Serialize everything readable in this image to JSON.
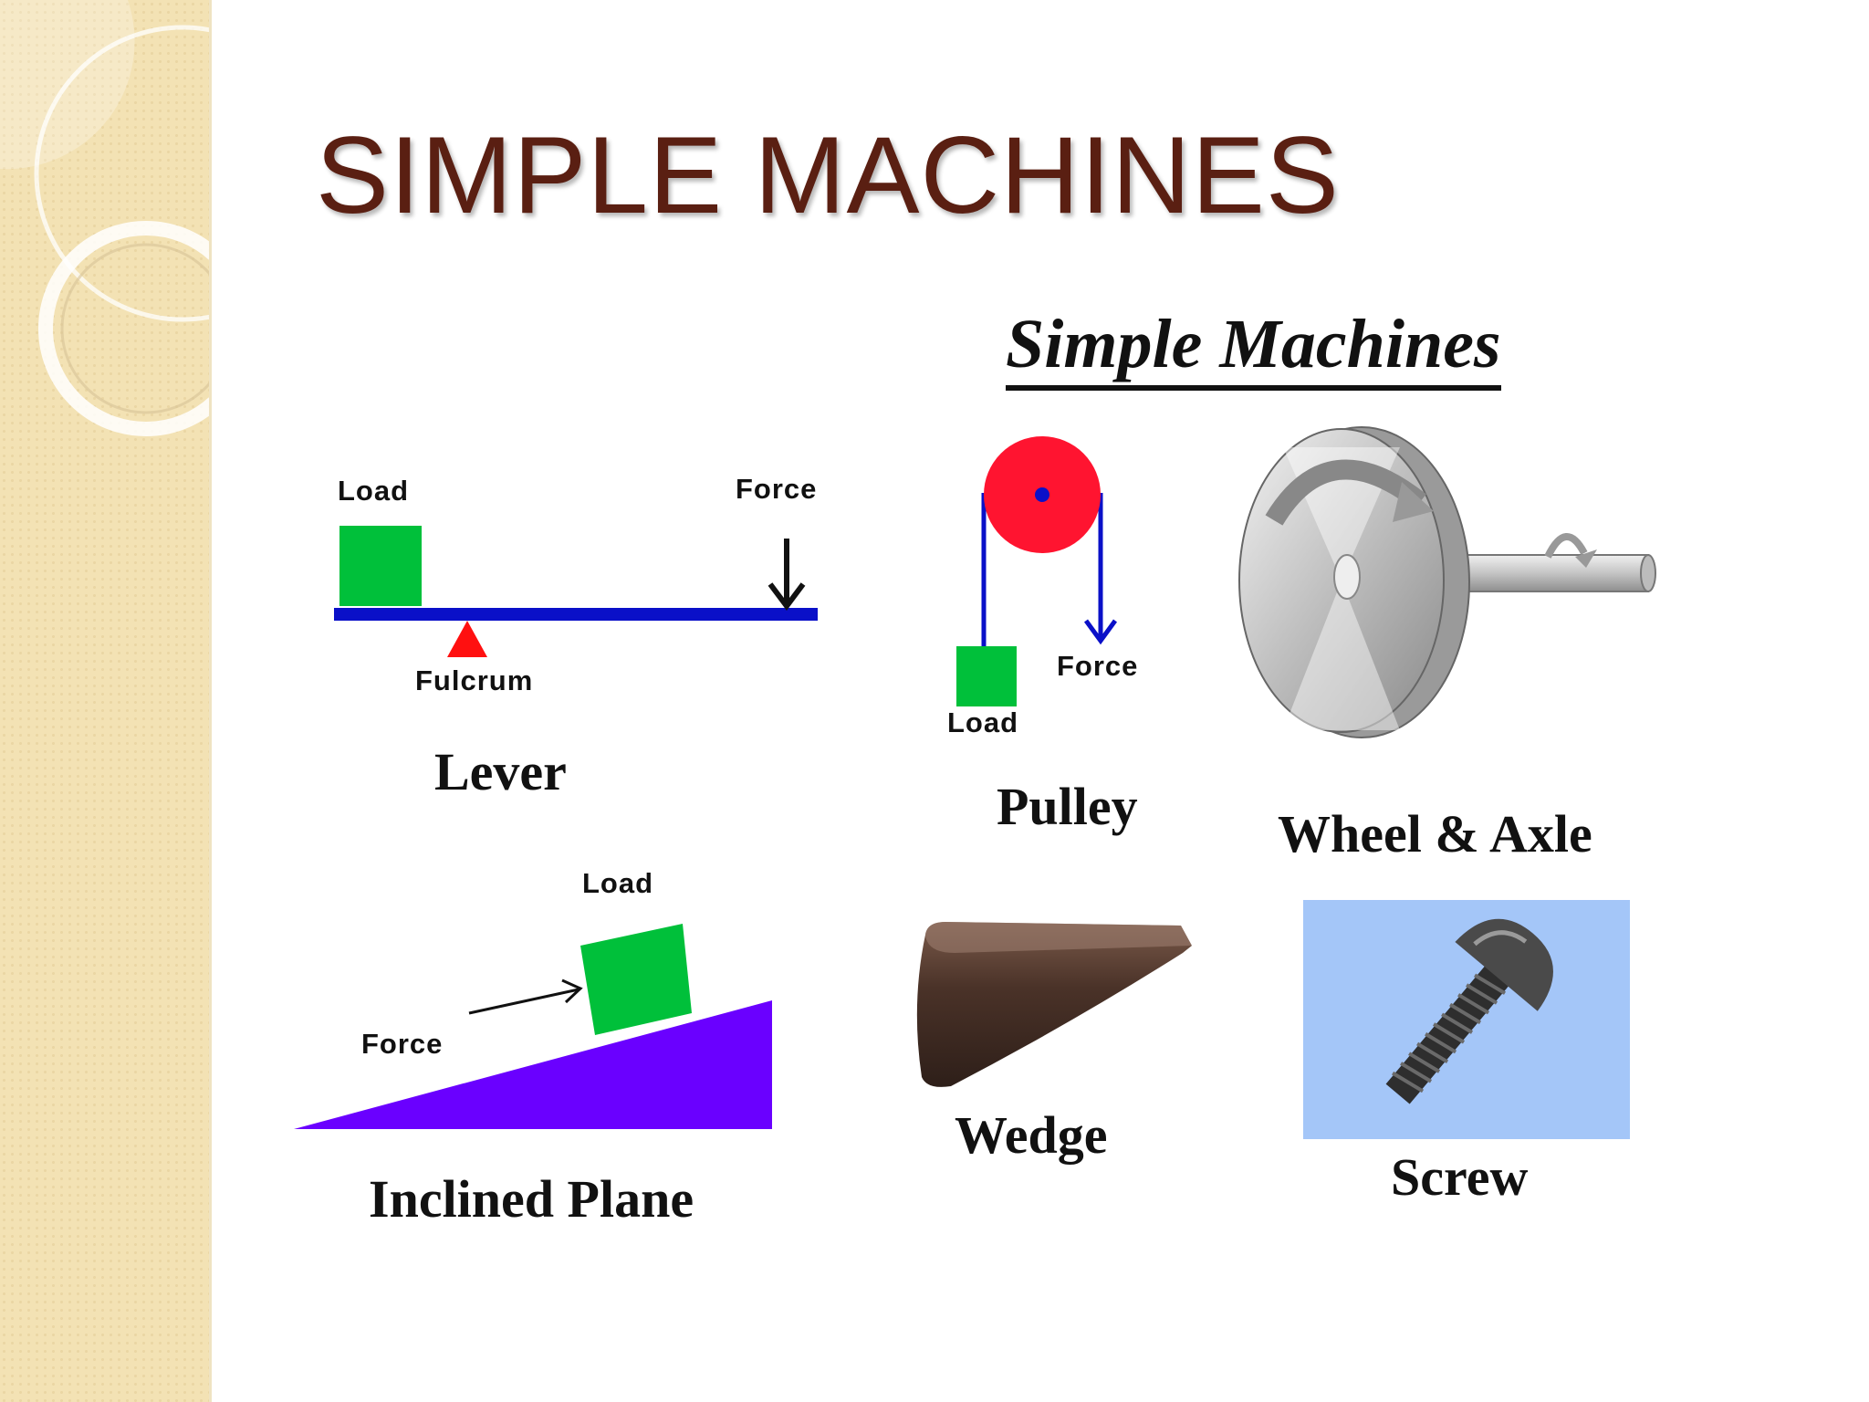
{
  "slide": {
    "title": "SIMPLE MACHINES",
    "title_color": "#5a1f12",
    "sidebar_color": "#f3e2b4"
  },
  "diagram": {
    "heading": "Simple Machines",
    "lever": {
      "caption": "Lever",
      "load_label": "Load",
      "force_label": "Force",
      "fulcrum_label": "Fulcrum",
      "colors": {
        "beam": "#0a10c8",
        "load": "#00c03a",
        "fulcrum": "#ff1010"
      }
    },
    "pulley": {
      "caption": "Pulley",
      "force_label": "Force",
      "load_label": "Load",
      "colors": {
        "wheel": "#ff1430",
        "rope": "#0a10c8",
        "load": "#00c03a"
      }
    },
    "wheel_axle": {
      "caption": "Wheel & Axle",
      "colors": {
        "metal": "#c8c8c8"
      }
    },
    "inclined_plane": {
      "caption": "Inclined Plane",
      "load_label": "Load",
      "force_label": "Force",
      "colors": {
        "ramp": "#6a00ff",
        "load": "#00c03a"
      }
    },
    "wedge": {
      "caption": "Wedge",
      "colors": {
        "wood": "#4a3228"
      }
    },
    "screw": {
      "caption": "Screw",
      "colors": {
        "background": "#a4c6f8",
        "metal": "#3a3a3a"
      }
    }
  }
}
